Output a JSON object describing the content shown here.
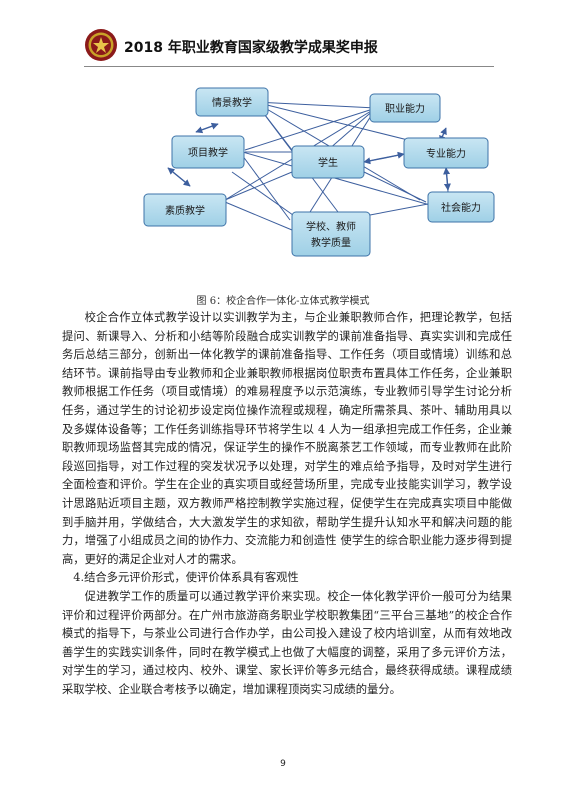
{
  "header": {
    "title": "2018 年职业教育国家级教学成果奖申报"
  },
  "diagram": {
    "nodes": {
      "situational_teaching": "情景教学",
      "vocational_ability": "职业能力",
      "project_teaching": "项目教学",
      "student": "学生",
      "professional_ability": "专业能力",
      "quality_teaching": "素质教学",
      "social_ability": "社会能力",
      "school_teacher_quality_line1": "学校、教师",
      "school_teacher_quality_line2": "教学质量"
    },
    "colors": {
      "node_fill_top": "#c9e6f3",
      "node_fill_bottom": "#9fd0e6",
      "node_border": "#3e73a8",
      "edge": "#3d5f9e"
    }
  },
  "caption": "图 6：校企合作一体化-立体式教学模式",
  "paragraphs": [
    "校企合作立体式教学设计以实训教学为主，与企业兼职教师合作，把理论教学，包括提问、新课导入、分析和小结等阶段融合成实训教学的课前准备指导、真实实训和完成任务后总结三部分，创新出一体化教学的课前准备指导、工作任务（项目或情境）训练和总结环节。课前指导由专业教师和企业兼职教师根据岗位职责布置具体工作任务，企业兼职教师根据工作任务（项目或情境）的难易程度予以示范演练，专业教师引导学生讨论分析任务，通过学生的讨论初步设定岗位操作流程或规程，确定所需茶具、茶叶、辅助用具以及多媒体设备等；工作任务训练指导环节将学生以 4 人为一组承担完成工作任务，企业兼职教师现场监督其完成的情况，保证学生的操作不脱离茶艺工作领域，而专业教师在此阶段巡回指导，对工作过程的突发状况予以处理，对学生的难点给予指导，及时对学生进行全面检查和评价。学生在企业的真实项目或经营场所里，完成专业技能实训学习，教学设计思路贴近项目主题，双方教师严格控制教学实施过程，促使学生在完成真实项目中能做到手脑并用，学做结合，大大激发学生的求知欲，帮助学生提升认知水平和解决问题的能力，增强了小组成员之间的协作力、交流能力和创造性 使学生的综合职业能力逐步得到提高，更好的满足企业对人才的需求。"
  ],
  "heading": "4.结合多元评价形式，使评价体系具有客观性",
  "paragraphs2": [
    "促进教学工作的质量可以通过教学评价来实现。校企一体化教学评价一般可分为结果评价和过程评价两部分。在广州市旅游商务职业学校职教集团“三平台三基地”的校企合作模式的指导下，与茶业公司进行合作办学，由公司投入建设了校内培训室，从而有效地改善学生的实践实训条件，同时在教学模式上也做了大幅度的调整，采用了多元评价方法，对学生的学习，通过校内、校外、课堂、家长评价等多元结合，最终获得成绩。课程成绩采取学校、企业联合考核予以确定，增加课程顶岗实习成绩的量分。"
  ],
  "page_number": "9"
}
